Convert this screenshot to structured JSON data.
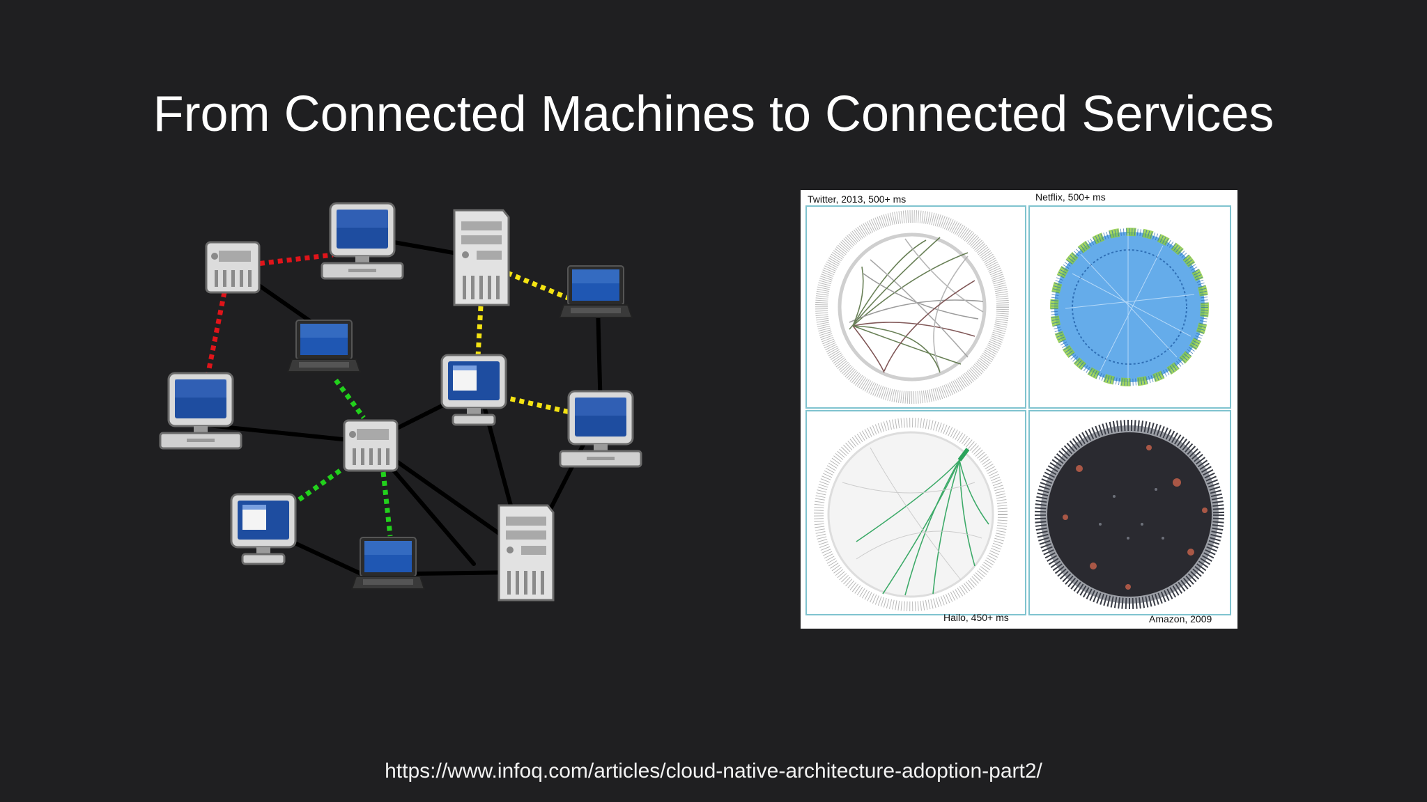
{
  "slide": {
    "title": "From Connected Machines to Connected Services",
    "url": "https://www.infoq.com/articles/cloud-native-architecture-adoption-part2/"
  },
  "network_diagram": {
    "nodes": [
      {
        "id": "server-a",
        "kind": "mini-server"
      },
      {
        "id": "monitor-a",
        "kind": "desktop"
      },
      {
        "id": "tower-a",
        "kind": "tower-server"
      },
      {
        "id": "laptop-a",
        "kind": "laptop"
      },
      {
        "id": "laptop-b",
        "kind": "laptop"
      },
      {
        "id": "desktop-b",
        "kind": "desktop-window"
      },
      {
        "id": "monitor-left",
        "kind": "desktop"
      },
      {
        "id": "server-hub",
        "kind": "mini-server"
      },
      {
        "id": "monitor-right",
        "kind": "desktop"
      },
      {
        "id": "desktop-c",
        "kind": "desktop-window"
      },
      {
        "id": "laptop-c",
        "kind": "laptop"
      },
      {
        "id": "tower-b",
        "kind": "tower-server"
      }
    ],
    "link_colors": {
      "solid": "#000000",
      "red": "#e0141a",
      "yellow": "#f4e312",
      "green": "#22d11c"
    }
  },
  "service_graphs": {
    "panels": [
      {
        "caption": "Twitter, 2013, 500+ ms"
      },
      {
        "caption": "Netflix, 500+ ms"
      },
      {
        "caption": "Hailo, 450+ ms"
      },
      {
        "caption": "Amazon, 2009"
      }
    ],
    "colors": {
      "frame": "#7fc3cf",
      "twitter_lines": "#4f6b3a",
      "netflix": "#3b8fdc",
      "netflix_accent": "#8ccc3a",
      "hailo_lines": "#2aa35a",
      "amazon": "#2a2a30",
      "amazon_accent": "#c0604a"
    }
  }
}
